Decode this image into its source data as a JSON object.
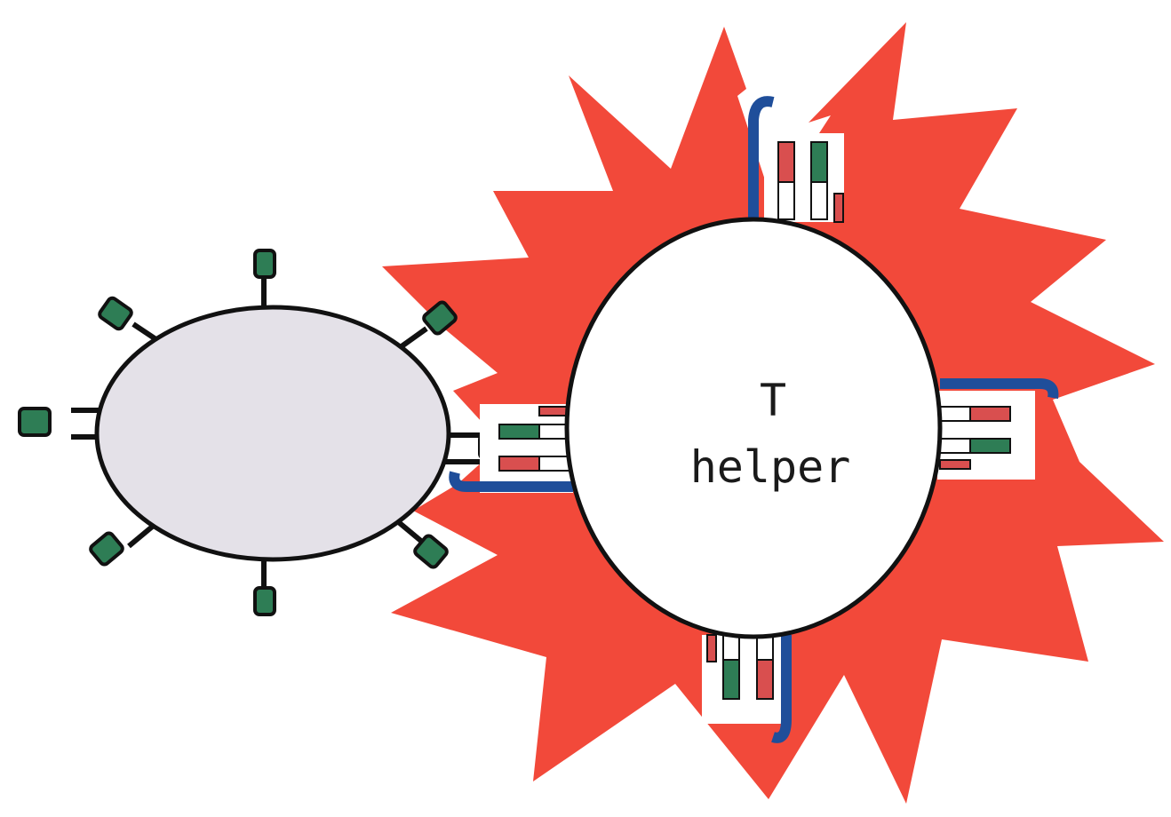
{
  "labels": {
    "cell_label_line1": "T",
    "cell_label_line2": "helper"
  },
  "colors": {
    "burst": "#f2493a",
    "thelper_fill": "#ffffff",
    "apc_fill": "#e4e1e8",
    "outline": "#111111",
    "receptor_blue": "#1f4e9a",
    "receptor_green": "#2e7d55",
    "receptor_red": "#d94f4f",
    "antigen_green": "#2e7d55"
  },
  "icons": {
    "apc": "antigen-presenting-cell",
    "thelper": "t-helper-cell",
    "burst": "activation-burst",
    "receptor": "t-cell-receptor-complex",
    "antigen": "mhc-antigen-complex"
  }
}
